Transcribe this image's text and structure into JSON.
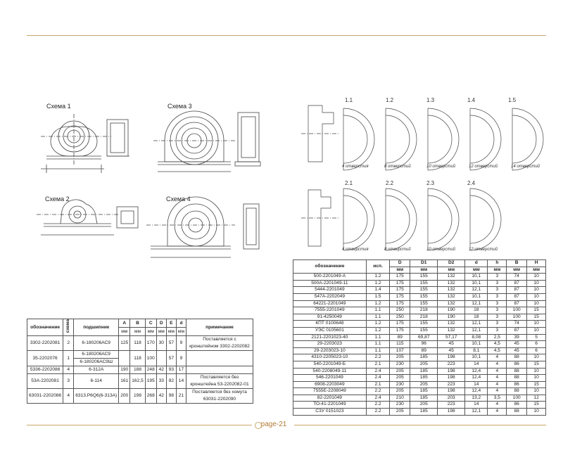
{
  "page": {
    "number": "page-21"
  },
  "schemas": {
    "s1": "Схема 1",
    "s2": "Схема 2",
    "s3": "Схема 3",
    "s4": "Схема 4"
  },
  "variants": {
    "row1": [
      "1.1",
      "1.2",
      "1.3",
      "1.4",
      "1.5"
    ],
    "row2": [
      "2.1",
      "2.2",
      "2.3",
      "2.4"
    ],
    "holes_row1": [
      "4 отверстия",
      "8 отверстий",
      "10 отверстий",
      "12 отверстий",
      "14 отверстий"
    ],
    "holes_row2": [
      "4 отверстия",
      "8 отверстий",
      "10 отверстий",
      "12 отверстий"
    ]
  },
  "left_table": {
    "headers": {
      "name": "обозначение",
      "schema": "схема",
      "bearing": "подшипник",
      "A": "A",
      "B": "B",
      "C": "C",
      "D": "D",
      "E": "E",
      "d": "d",
      "note": "примечание"
    },
    "units": "мм",
    "rows": [
      {
        "name": "3302-2202081",
        "schema": "2",
        "bearing": "6-180206АС9",
        "A": "125",
        "B": "118",
        "C": "170",
        "D": "30",
        "E": "57",
        "d": "9",
        "note": "Поставляется с кронштейном 3302-2202082"
      },
      {
        "name": "35-2202076",
        "schema": "1",
        "bearing": "6-180206АС9",
        "bearing2": "6-180206АС9Ш",
        "A": "",
        "B": "118",
        "C": "100",
        "D": "",
        "E": "57",
        "d": "9",
        "note": ""
      },
      {
        "name": "5336-2202086",
        "schema": "4",
        "bearing": "6-312А",
        "A": "190",
        "B": "188",
        "C": "248",
        "D": "42",
        "E": "93",
        "d": "17",
        "note": ""
      },
      {
        "name": "53А-2202081",
        "schema": "3",
        "bearing": "6-114",
        "A": "161",
        "B": "162,5",
        "C": "195",
        "D": "33",
        "E": "82",
        "d": "14",
        "note": "Поставляется без кронштейна 53-2202082-01"
      },
      {
        "name": "63031-2202086",
        "schema": "4",
        "bearing": "6313.Р6Q6(6-313А)",
        "A": "200",
        "B": "198",
        "C": "268",
        "D": "42",
        "E": "98",
        "d": "21",
        "note": "Поставляется без хомута 63031-2202090"
      }
    ]
  },
  "right_table": {
    "headers": [
      "обозначение",
      "исп.",
      "D",
      "D1",
      "D2",
      "d",
      "h",
      "B",
      "H"
    ],
    "units": [
      "",
      "",
      "мм",
      "мм",
      "мм",
      "мм",
      "мм",
      "мм",
      "мм"
    ],
    "rows": [
      [
        "500-2201049-А",
        "1.2",
        "175",
        "155",
        "132",
        "10,1",
        "3",
        "74",
        "10"
      ],
      [
        "500А-2201049-11",
        "1.2",
        "175",
        "155",
        "132",
        "10,1",
        "3",
        "87",
        "10"
      ],
      [
        "5444-2201049",
        "1.4",
        "175",
        "155",
        "132",
        "12,1",
        "3",
        "87",
        "10"
      ],
      [
        "547А-2202049",
        "1.5",
        "175",
        "155",
        "132",
        "10,1",
        "3",
        "87",
        "10"
      ],
      [
        "64221-2201049",
        "1.2",
        "175",
        "155",
        "132",
        "12,1",
        "3",
        "87",
        "10"
      ],
      [
        "7555-2201049",
        "1.1",
        "250",
        "218",
        "190",
        "18",
        "3",
        "100",
        "15"
      ],
      [
        "91-4250049",
        "1.1",
        "250",
        "218",
        "190",
        "18",
        "3",
        "100",
        "15"
      ],
      [
        "КПТ 0100648",
        "1.2",
        "175",
        "155",
        "132",
        "12,1",
        "3",
        "74",
        "10"
      ],
      [
        "УЭС 0105601",
        "1.2",
        "175",
        "155",
        "132",
        "12,1",
        "3",
        "87",
        "10"
      ],
      [
        "2121-2201023-40",
        "1.1",
        "89",
        "69,87",
        "57,17",
        "8,08",
        "2,5",
        "39",
        "5"
      ],
      [
        "29-2203023",
        "1.1",
        "115",
        "96",
        "45",
        "10,1",
        "4,5",
        "45",
        "6"
      ],
      [
        "29-2203023-10",
        "1.1",
        "107",
        "89",
        "45",
        "8,1",
        "4,5",
        "45",
        "6"
      ],
      [
        "4310-2205023-10",
        "2.2",
        "205",
        "185",
        "198",
        "10,1",
        "4",
        "88",
        "10"
      ],
      [
        "540-2201049-Б",
        "2.1",
        "230",
        "205",
        "223",
        "14",
        "4",
        "86",
        "15"
      ],
      [
        "540-2208049-11",
        "2.4",
        "205",
        "185",
        "198",
        "12,4",
        "4",
        "88",
        "10"
      ],
      [
        "546-2201049",
        "2.4",
        "205",
        "185",
        "198",
        "12,4",
        "4",
        "88",
        "10"
      ],
      [
        "6908-2203049",
        "2.1",
        "230",
        "205",
        "223",
        "14",
        "4",
        "86",
        "15"
      ],
      [
        "7555Е-2208049",
        "2.2",
        "205",
        "185",
        "198",
        "12,4",
        "4",
        "88",
        "10"
      ],
      [
        "82-2201049",
        "2.4",
        "210",
        "185",
        "203",
        "13,2",
        "3,5",
        "100",
        "12"
      ],
      [
        "ТО-41-2201049",
        "2.2",
        "230",
        "205",
        "223",
        "14",
        "4",
        "86",
        "15"
      ],
      [
        "СЗУ 0151023",
        "2.2",
        "205",
        "185",
        "198",
        "12,1",
        "4",
        "88",
        "10"
      ]
    ]
  }
}
